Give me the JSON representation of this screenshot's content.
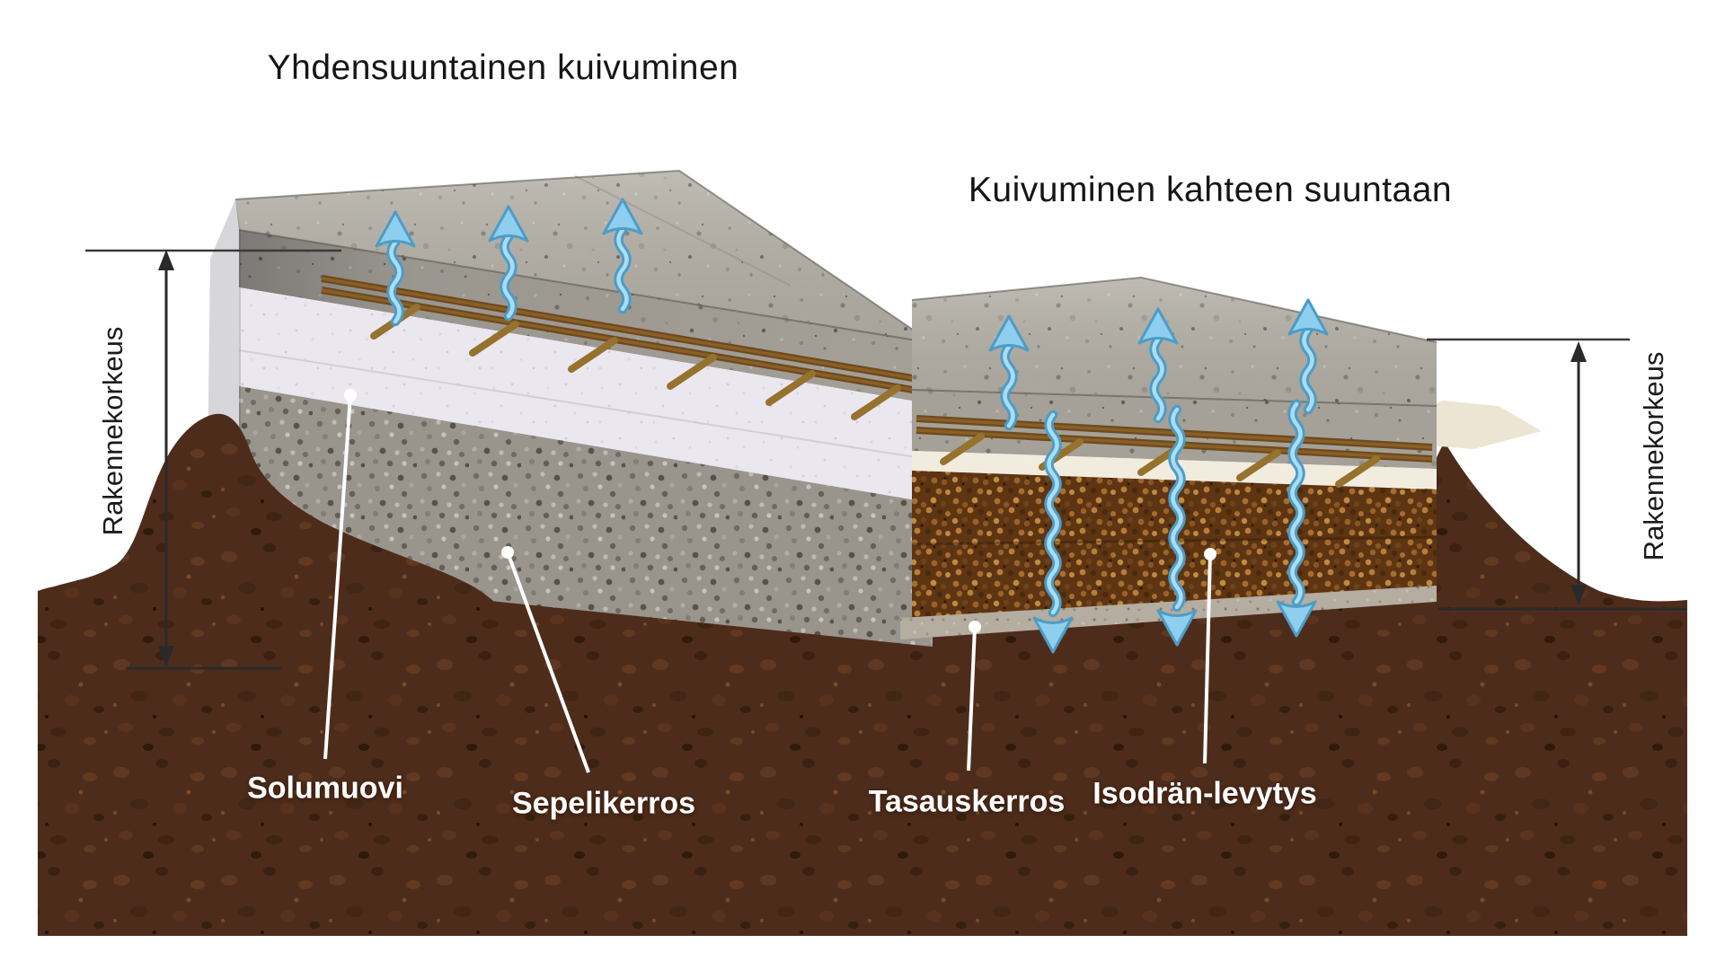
{
  "titles": {
    "left": "Yhdensuuntainen kuivuminen",
    "right": "Kuivuminen kahteen suuntaan"
  },
  "dimension_labels": {
    "left": "Rakennekorkeus",
    "right": "Rakennekorkeus"
  },
  "layer_labels": {
    "solumuovi": "Solumuovi",
    "sepelikerros": "Sepelikerros",
    "tasauskerros": "Tasauskerros",
    "isodran_levytys": "Isodrän-levytys"
  },
  "colors": {
    "arrow_blue": "#8ecff0",
    "arrow_blue_outline": "#4e9cc6",
    "soil_brown": "#4e2c1b",
    "concrete_top_grey": "#b5b1a8",
    "concrete_front_grey": "#a5a198",
    "foam_white": "#ebe7ef",
    "gravel_grey": "#99958d",
    "pebble_brown": "#5d3512",
    "leveling_grey": "#b4ada0",
    "sheet_cream": "#f2ecdf",
    "rebar_brown": "#6d4a1d",
    "dimension_line": "#2a2a2a",
    "label_text": "#ffffff",
    "title_text": "#161616"
  }
}
